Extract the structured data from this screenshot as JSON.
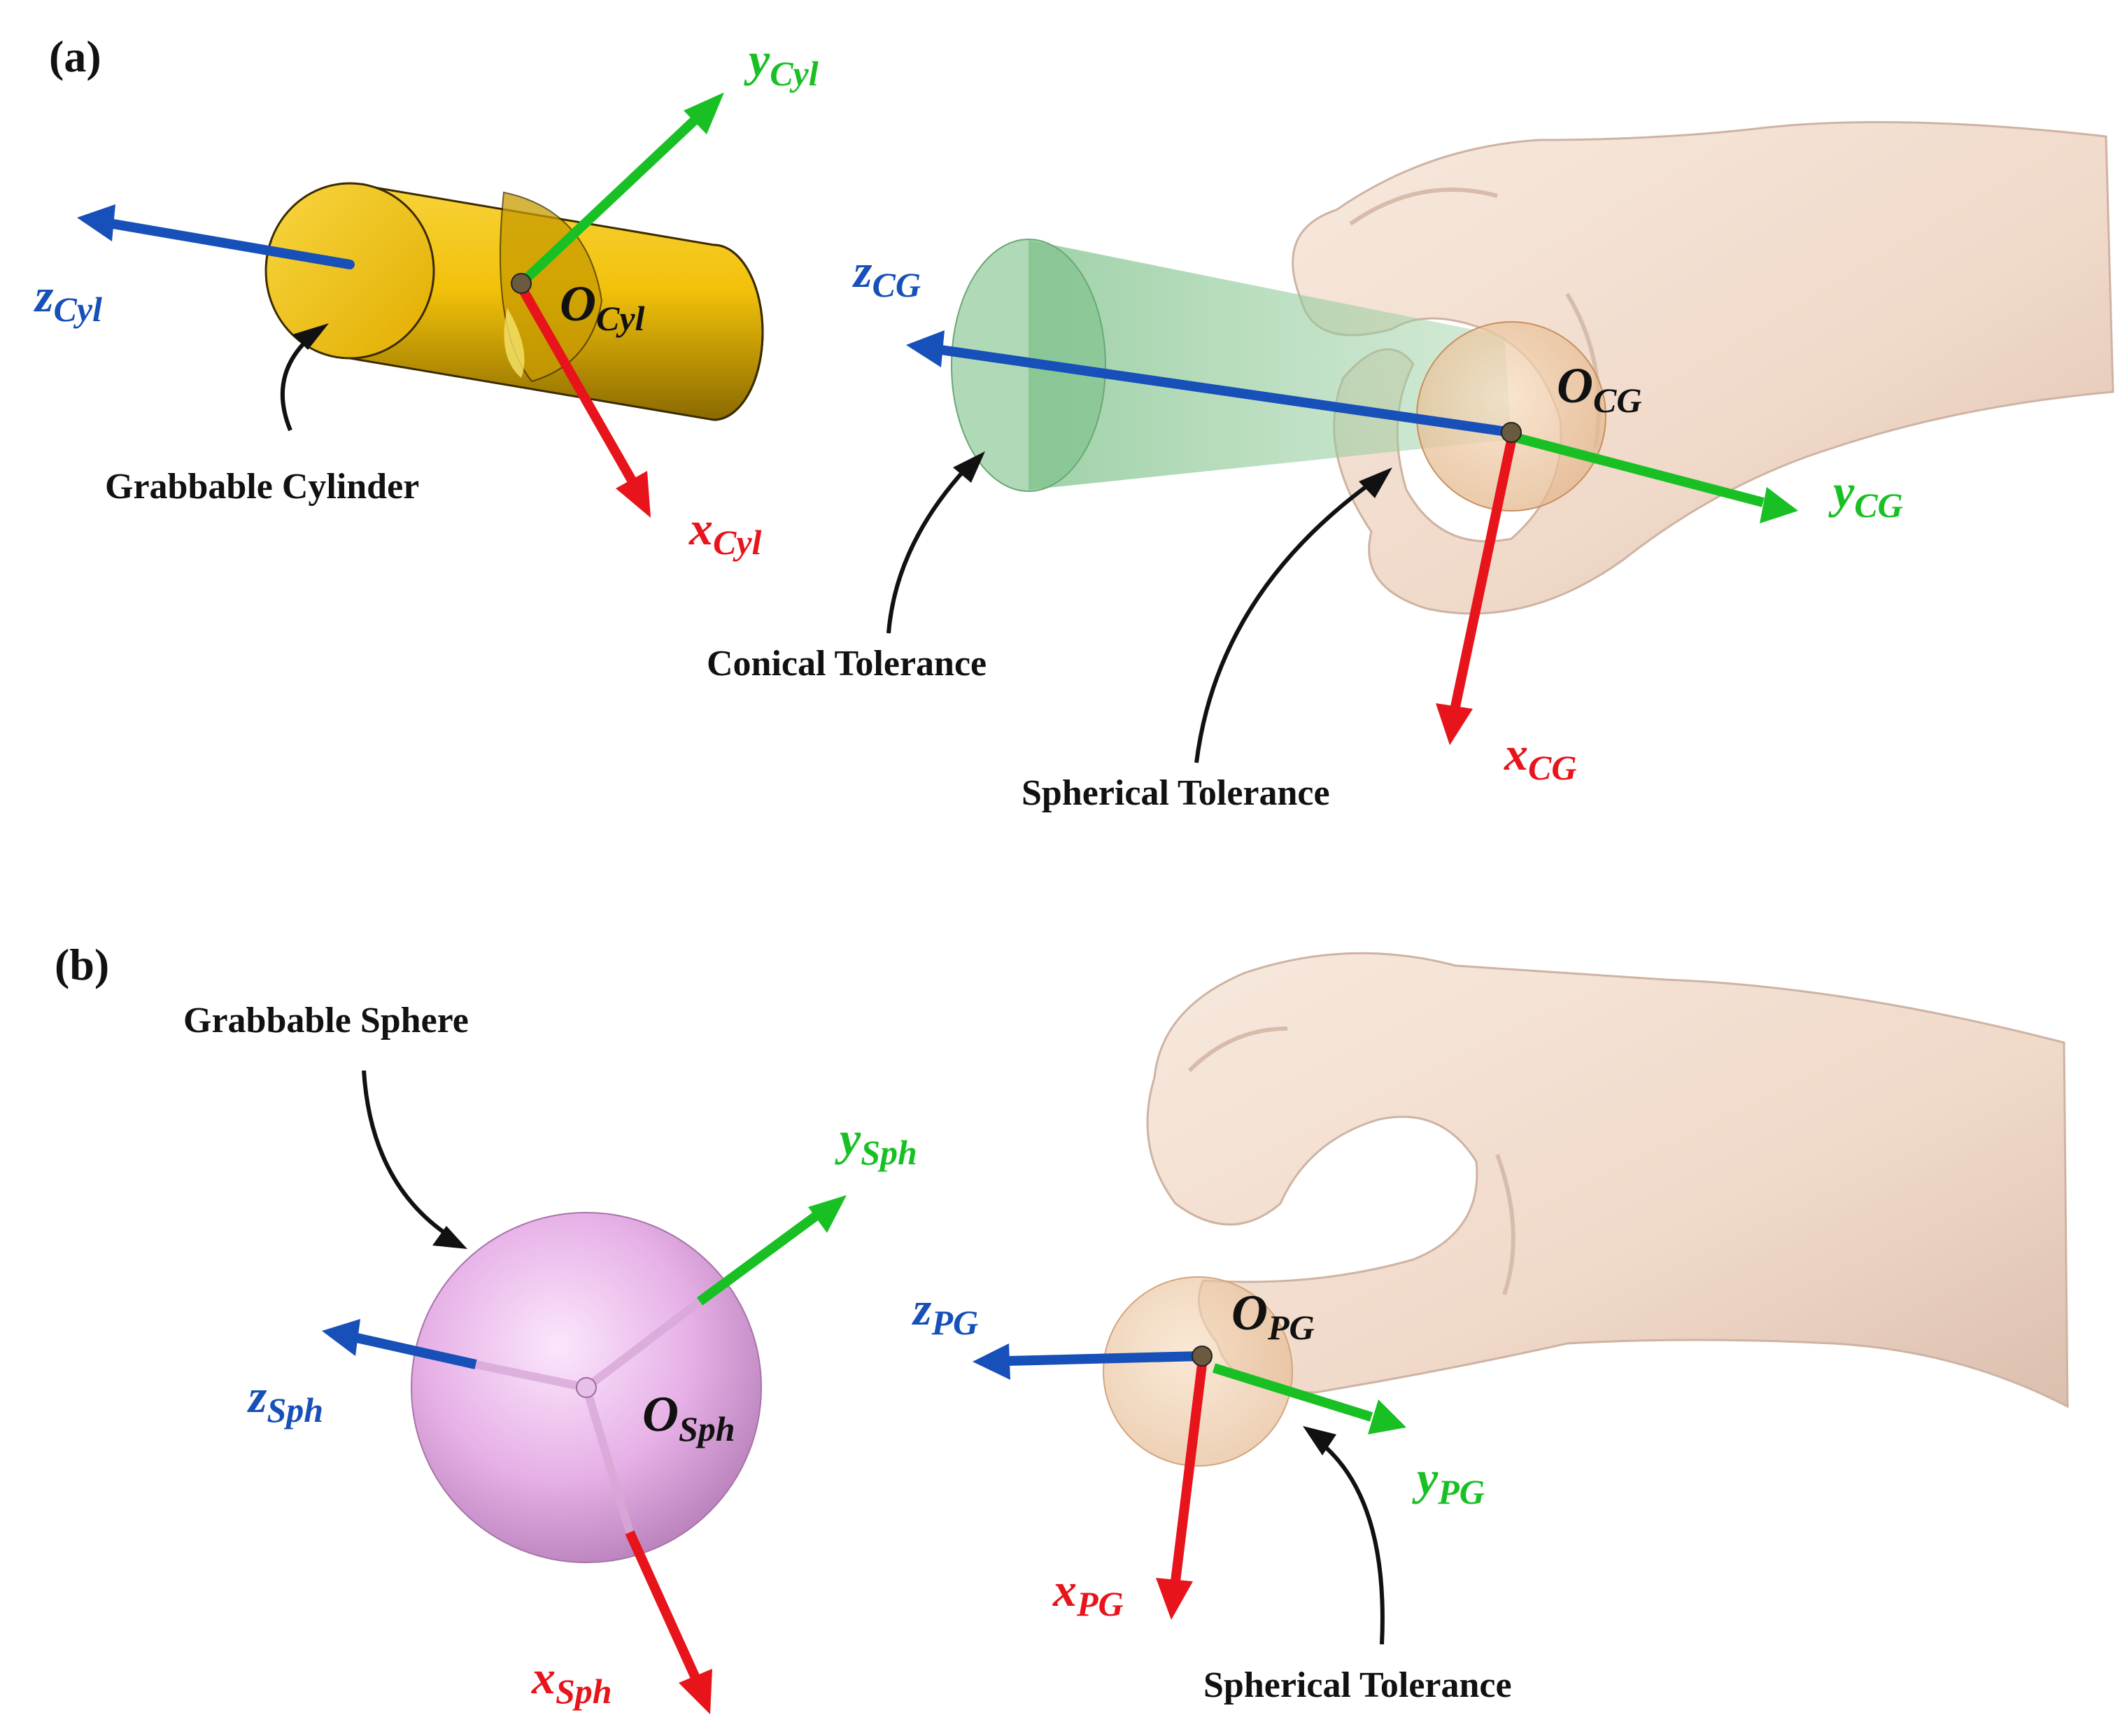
{
  "panels": {
    "a": {
      "label": "(a)",
      "cylinder": {
        "callout": "Grabbable Cylinder",
        "z": {
          "main": "z",
          "sub": "Cyl"
        },
        "y": {
          "main": "y",
          "sub": "Cyl"
        },
        "x": {
          "main": "x",
          "sub": "Cyl"
        },
        "origin": {
          "main": "O",
          "sub": "Cyl"
        }
      },
      "grasp": {
        "cone_callout": "Conical Tolerance",
        "sphere_callout": "Spherical Tolerance",
        "z": {
          "main": "z",
          "sub": "CG"
        },
        "y": {
          "main": "y",
          "sub": "CG"
        },
        "x": {
          "main": "x",
          "sub": "CG"
        },
        "origin": {
          "main": "O",
          "sub": "CG"
        }
      }
    },
    "b": {
      "label": "(b)",
      "sphere": {
        "callout": "Grabbable Sphere",
        "z": {
          "main": "z",
          "sub": "Sph"
        },
        "y": {
          "main": "y",
          "sub": "Sph"
        },
        "x": {
          "main": "x",
          "sub": "Sph"
        },
        "origin": {
          "main": "O",
          "sub": "Sph"
        }
      },
      "grasp": {
        "sphere_callout": "Spherical Tolerance",
        "z": {
          "main": "z",
          "sub": "PG"
        },
        "y": {
          "main": "y",
          "sub": "PG"
        },
        "x": {
          "main": "x",
          "sub": "PG"
        },
        "origin": {
          "main": "O",
          "sub": "PG"
        }
      }
    }
  },
  "colors": {
    "x_axis": "#e8141b",
    "y_axis": "#19c024",
    "z_axis": "#1750b8",
    "cylinder": "#f4c20d",
    "sphere": "#e7b3e8",
    "cone": "#8cc796",
    "skin": "#f2ddd0",
    "tolerance_sphere": "#f0c9a0"
  }
}
